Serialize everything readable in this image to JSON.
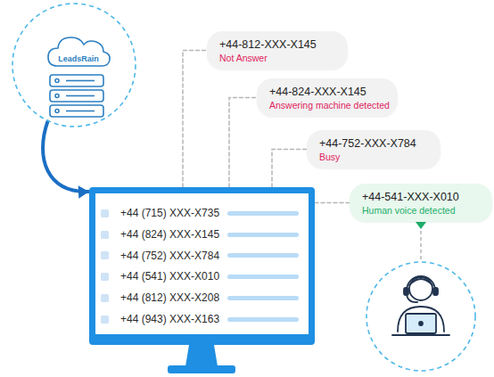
{
  "diagram": {
    "nodes": [
      {
        "text": [
          "LeadsRain"
        ]
      },
      {
        "text": [
          "+44-812-XXX-X145",
          "Not Answer"
        ]
      },
      {
        "text": [
          "+44-824-XXX-X145",
          "Answering machine detected"
        ]
      },
      {
        "text": [
          "+44-752-XXX-X784",
          "Busy"
        ]
      },
      {
        "text": [
          "+44-541-XXX-X010",
          "Human voice detected"
        ]
      },
      {
        "text": [
          "+44 (715) XXX-X735",
          "+44 (824) XXX-X145",
          "+44 (752) XXX-X784",
          "+44 (541) XXX-X010",
          "+44 (812) XXX-X208",
          "+44 (943) XXX-X163"
        ]
      }
    ],
    "edges": [
      {
        "from": 0,
        "to": 5,
        "arrow": "to"
      },
      {
        "from": 5,
        "to": 1,
        "arrow": "none"
      },
      {
        "from": 5,
        "to": 2,
        "arrow": "none"
      },
      {
        "from": 5,
        "to": 3,
        "arrow": "none"
      },
      {
        "from": 5,
        "to": 4,
        "arrow": "none"
      }
    ]
  }
}
